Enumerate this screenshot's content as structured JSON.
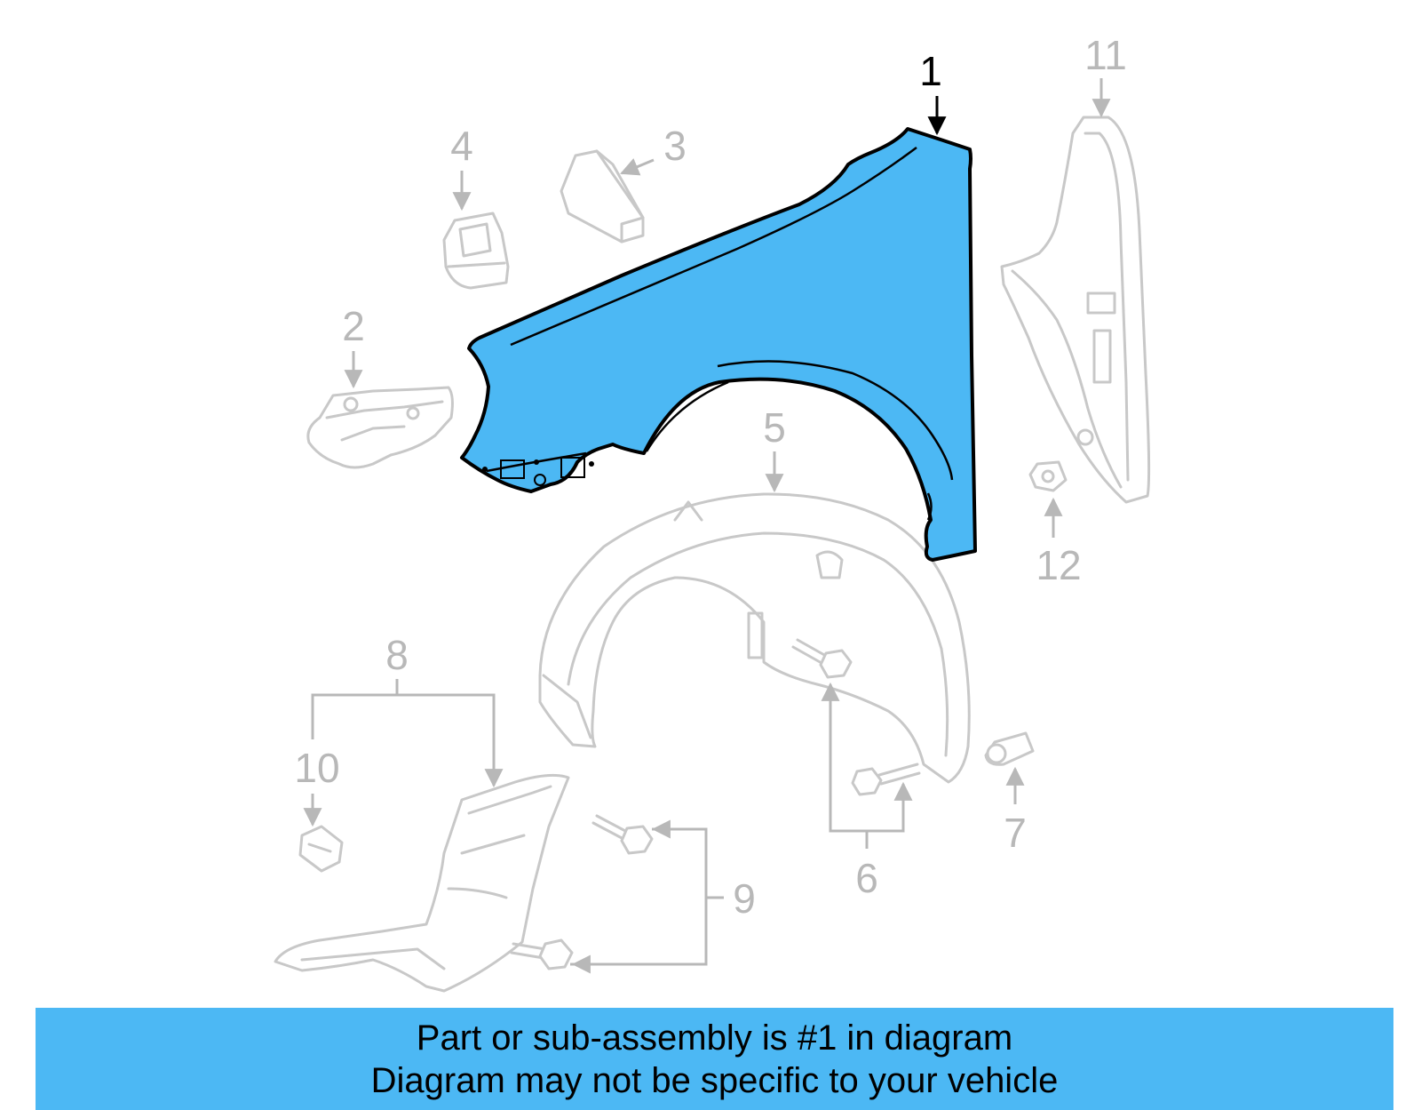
{
  "callouts": {
    "c1": "1",
    "c2": "2",
    "c3": "3",
    "c4": "4",
    "c5": "5",
    "c6": "6",
    "c7": "7",
    "c8": "8",
    "c9": "9",
    "c10": "10",
    "c11": "11",
    "c12": "12"
  },
  "highlighted_part": "1",
  "colors": {
    "highlight": "#4cb8f4",
    "ghost_stroke": "#c8c8c8",
    "callout_text": "#b8b8b8",
    "active_text": "#000000"
  },
  "banner": {
    "line1": "Part or sub-assembly is #1 in diagram",
    "line2": "Diagram may not be specific to your vehicle"
  }
}
